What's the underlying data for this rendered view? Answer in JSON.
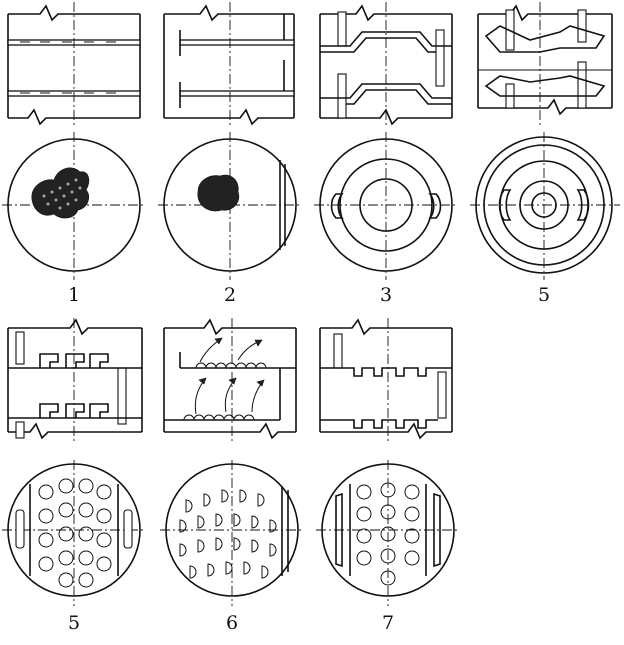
{
  "figure": {
    "labels": [
      "1",
      "2",
      "3",
      "5",
      "5",
      "6",
      "7"
    ]
  },
  "colors": {
    "ink": "#111111",
    "paper": "#ffffff"
  }
}
